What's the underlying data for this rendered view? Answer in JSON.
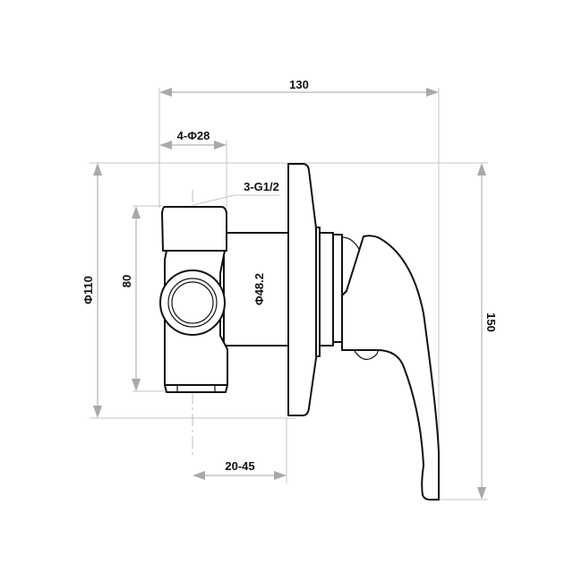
{
  "drawing": {
    "title": "Shower mixer dimension drawing",
    "dimensions": {
      "overall_depth": "130",
      "inlet_spacing": "4-Φ28",
      "thread": "3-G1/2",
      "plate_diameter": "Φ110",
      "body_height": "80",
      "body_diameter": "Φ48.2",
      "wall_adjustment": "20-45",
      "overall_height": "150"
    },
    "colors": {
      "outline": "#111111",
      "dimension_line": "#b4b4b4",
      "arrow": "#a9a9a9",
      "background": "#ffffff"
    }
  }
}
